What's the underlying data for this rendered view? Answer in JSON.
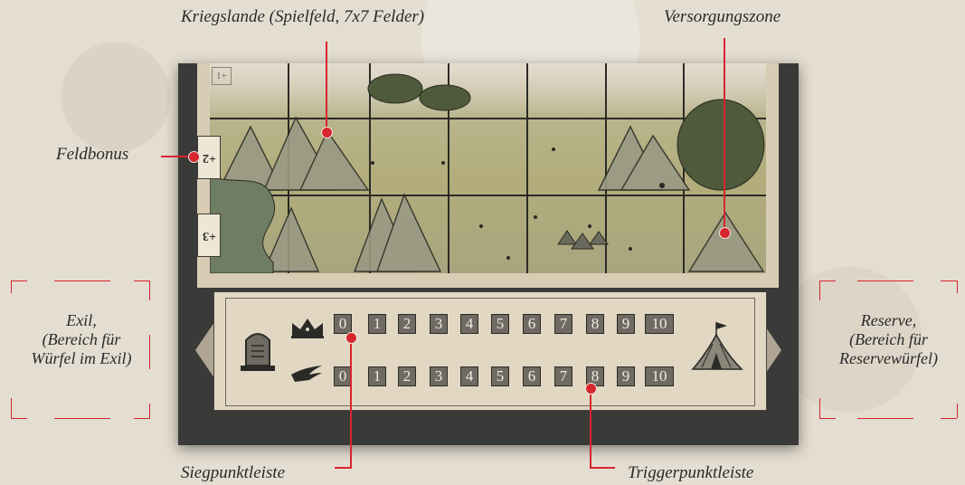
{
  "labels": {
    "kriegslande": "Kriegslande (Spielfeld, 7x7 Felder)",
    "versorgung": "Versorgungszone",
    "feldbonus": "Feldbonus",
    "exil": "Exil,\n(Bereich für\nWürfel im Exil)",
    "reserve": "Reserve,\n(Bereich für\nReservewürfel)",
    "siegpunkt": "Siegpunktleiste",
    "trigger": "Triggerpunktleiste"
  },
  "map": {
    "corner_label": "1+",
    "edge_bonus": [
      "+2",
      "+3"
    ]
  },
  "tracks": {
    "siegpunkte": [
      "0",
      "1",
      "2",
      "3",
      "4",
      "5",
      "6",
      "7",
      "8",
      "9",
      "10"
    ],
    "triggerpunkte": [
      "0",
      "1",
      "2",
      "3",
      "4",
      "5",
      "6",
      "7",
      "8",
      "9",
      "10"
    ]
  },
  "colors": {
    "accent": "#d8262e",
    "board": "#3a3a38",
    "parchment": "#e2d7c3",
    "cell": "#6f6a62"
  },
  "icons": [
    "crown-icon",
    "claw-icon",
    "gravestone-icon",
    "tent-icon"
  ]
}
